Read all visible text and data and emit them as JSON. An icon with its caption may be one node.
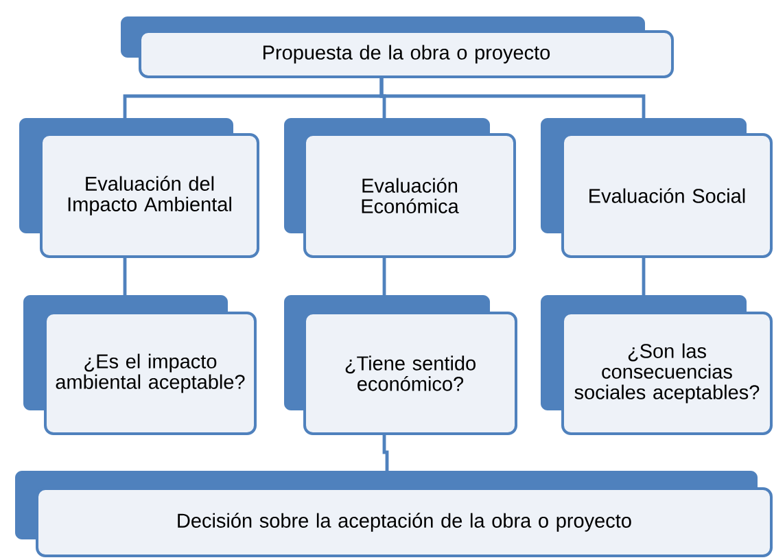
{
  "diagram": {
    "nodes": [
      {
        "text": [
          "Propuesta de la obra o proyecto"
        ]
      },
      {
        "text": [
          "Evaluación del Impacto Ambiental"
        ]
      },
      {
        "text": [
          "Evaluación Económica"
        ]
      },
      {
        "text": [
          "Evaluación Social"
        ]
      },
      {
        "text": [
          "¿Es el impacto ambiental aceptable?"
        ]
      },
      {
        "text": [
          "¿Tiene sentido económico?"
        ]
      },
      {
        "text": [
          "¿Son las consecuencias sociales aceptables?"
        ]
      },
      {
        "text": [
          "Decisión sobre la aceptación de la obra o proyecto"
        ]
      }
    ],
    "edges": [
      {
        "from": 0,
        "to": 1,
        "arrow": "none"
      },
      {
        "from": 0,
        "to": 2,
        "arrow": "none"
      },
      {
        "from": 0,
        "to": 3,
        "arrow": "none"
      },
      {
        "from": 1,
        "to": 4,
        "arrow": "none"
      },
      {
        "from": 2,
        "to": 5,
        "arrow": "none"
      },
      {
        "from": 3,
        "to": 6,
        "arrow": "none"
      },
      {
        "from": 5,
        "to": 7,
        "arrow": "none"
      }
    ]
  }
}
